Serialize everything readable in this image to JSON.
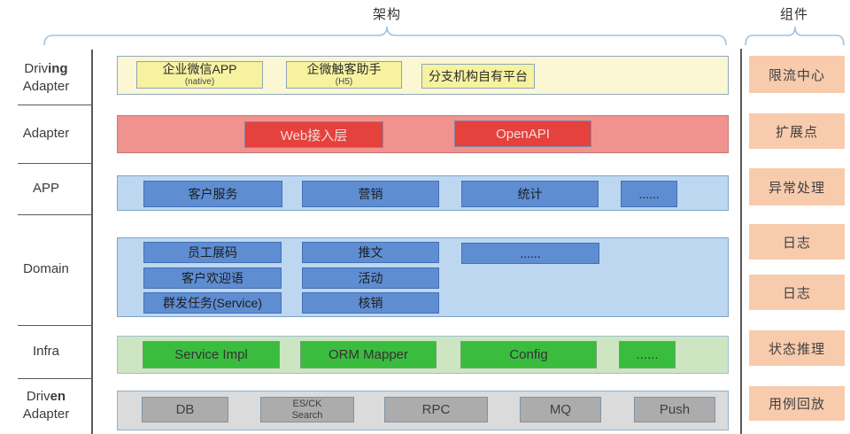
{
  "header": {
    "architecture_title": "架构",
    "components_title": "组件"
  },
  "sidebar": {
    "labels": [
      {
        "line1": "Driv",
        "line1_bold": "ing",
        "line2": "Adapter"
      },
      {
        "line1": "Adapter",
        "line1_bold": "",
        "line2": ""
      },
      {
        "line1": "APP",
        "line1_bold": "",
        "line2": ""
      },
      {
        "line1": "Domain",
        "line1_bold": "",
        "line2": ""
      },
      {
        "line1": "Infra",
        "line1_bold": "",
        "line2": ""
      },
      {
        "line1": "Driv",
        "line1_bold": "en",
        "line2": "Adapter"
      }
    ]
  },
  "layers": {
    "driving": {
      "boxes": [
        {
          "label": "企业微信APP",
          "sublabel": "(native)"
        },
        {
          "label": "企微触客助手",
          "sublabel": "(H5)"
        },
        {
          "label": "分支机构自有平台",
          "sublabel": ""
        }
      ]
    },
    "adapter": {
      "boxes": [
        {
          "label": "Web接入层"
        },
        {
          "label": "OpenAPI"
        }
      ]
    },
    "app": {
      "boxes": [
        {
          "label": "客户服务"
        },
        {
          "label": "营销"
        },
        {
          "label": "统计"
        },
        {
          "label": "......"
        }
      ]
    },
    "domain": {
      "col1": [
        "员工展码",
        "客户欢迎语",
        "群发任务(Service)"
      ],
      "col2": [
        "推文",
        "活动",
        "核销"
      ],
      "more": "......"
    },
    "infra": {
      "boxes": [
        {
          "label": "Service Impl"
        },
        {
          "label": "ORM Mapper"
        },
        {
          "label": "Config"
        },
        {
          "label": "......"
        }
      ]
    },
    "driven": {
      "boxes": [
        {
          "label": "DB",
          "sublabel": ""
        },
        {
          "label": "ES/CK",
          "sublabel": "Search"
        },
        {
          "label": "RPC",
          "sublabel": ""
        },
        {
          "label": "MQ",
          "sublabel": ""
        },
        {
          "label": "Push",
          "sublabel": ""
        }
      ]
    }
  },
  "components": {
    "items": [
      "限流中心",
      "扩展点",
      "异常处理",
      "日志",
      "日志",
      "状态推理",
      "用例回放"
    ]
  },
  "colors": {
    "driving_row_bg": "#fbf6d4",
    "driving_box_bg": "#f6f2a0",
    "adapter_row_bg": "#f0938f",
    "adapter_box_bg": "#e5413d",
    "app_row_bg": "#bdd7f0",
    "app_box_bg": "#5e8dd2",
    "infra_row_bg": "#cde6c1",
    "infra_box_bg": "#3abd3e",
    "driven_row_bg": "#dbdbdb",
    "driven_box_bg": "#acacac",
    "component_box_bg": "#f8cbad",
    "brace": "#9dc3e6"
  }
}
